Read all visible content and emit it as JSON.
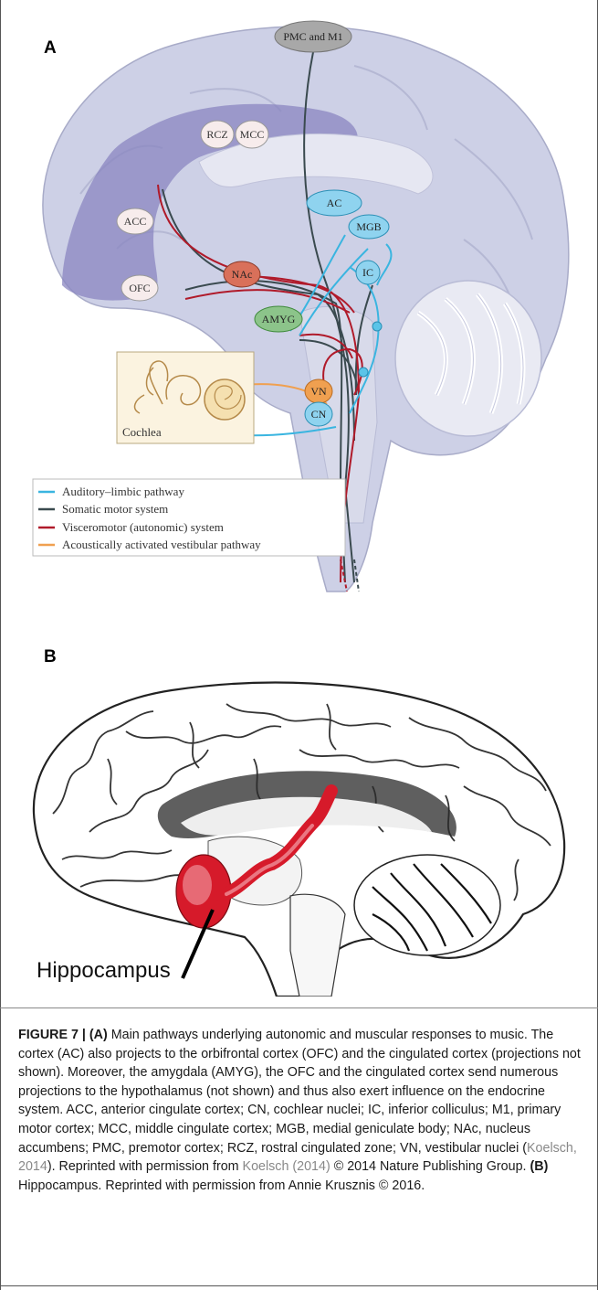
{
  "panels": {
    "a_letter": "A",
    "b_letter": "B"
  },
  "figure_a": {
    "labels": {
      "pmc": "PMC and M1",
      "rcz": "RCZ",
      "mcc": "MCC",
      "acc": "ACC",
      "nac": "NAc",
      "ofc": "OFC",
      "ac": "AC",
      "mgb": "MGB",
      "ic": "IC",
      "amyg": "AMYG",
      "vn": "VN",
      "cn": "CN",
      "cochlea": "Cochlea"
    },
    "legend": [
      {
        "label": "Auditory–limbic pathway",
        "color": "#3ab5e0"
      },
      {
        "label": "Somatic motor system",
        "color": "#3a4a4f"
      },
      {
        "label": "Visceromotor (autonomic) system",
        "color": "#b01a2a"
      },
      {
        "label": "Acoustically activated vestibular pathway",
        "color": "#f0a050"
      }
    ]
  },
  "figure_b": {
    "label": "Hippocampus"
  },
  "caption": {
    "figure_label": "FIGURE 7 | ",
    "part_a": "(A)",
    "text_1": " Main pathways underlying autonomic and muscular responses to music. The cortex (AC) also projects to the orbifrontal cortex (OFC) and the cingulated cortex (projections not shown). Moreover, the amygdala (AMYG), the OFC and the cingulated cortex send numerous projections to the hypothalamus (not shown) and thus also exert influence on the endocrine system. ACC, anterior cingulate cortex; CN, cochlear nuclei; IC, inferior colliculus; M1, primary motor cortex; MCC, middle cingulate cortex; MGB, medial geniculate body; NAc, nucleus accumbens; PMC, premotor cortex; RCZ, rostral cingulated zone; VN, vestibular nuclei (",
    "ref_1": "Koelsch, 2014",
    "text_2": "). Reprinted with permission from ",
    "ref_2": "Koelsch (2014)",
    "text_3": " © 2014 Nature Publishing Group. ",
    "part_b": "(B)",
    "text_4": " Hippocampus. Reprinted with permission from Annie Krusznis © 2016."
  }
}
